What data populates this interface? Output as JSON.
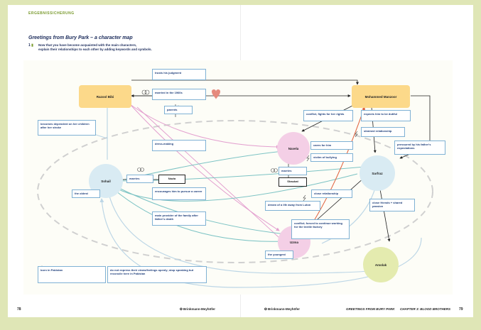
{
  "header": {
    "section_label": "ERGEBNISSICHERUNG",
    "title": "Greetings from Bury Park – a character map",
    "task_number": "1",
    "task_marker": "▮",
    "task_line1": "Now that you have become acquainted with the main characters,",
    "task_line2": "explain their relationships to each other by adding keywords and symbols."
  },
  "nodes": {
    "razool": "Razool Bibi",
    "manzoor": "Mohammed Manzoor",
    "sohail": "Sohail",
    "navela": "Navela",
    "sarfraz": "Sarfraz",
    "uzma": "Uzma",
    "amolak": "Amolak"
  },
  "labels": {
    "trusts": "trusts his judgment",
    "married": "married in the 1960s",
    "parents": "parents",
    "dependent": "becomes dependent on her children after her stroke",
    "dressmaking": "dress-making",
    "marries_sohail": "marries",
    "nazia": "Nazia",
    "oldest": "the oldest",
    "encourages": "encourages him to pursue a career",
    "provider": "main provider of the family after father's death",
    "conflict_rights": "conflict, fights for her rights",
    "expects": "expects him to be dutiful",
    "strained": "strained relationship",
    "pressured": "pressured by his father's expectations",
    "cares": "cares for him",
    "victim": "victim of bullying",
    "marries_navela": "marries",
    "shaukat": "Shaukat",
    "close_rel": "close relationship",
    "dream": "dream of a life away from Luton",
    "conflict_forced": "conflict; forced to continue working for the textile factory",
    "youngest": "the youngest",
    "close_friends": "close friends + shared passion",
    "born": "born in Pakistan",
    "no_express": "do not express their views/feelings openly; stop speaking but reconcile here in Pakistan"
  },
  "symbols": {
    "rings": "rings-icon",
    "heart": "heart-icon",
    "bolt": "lightning-icon",
    "star": "star-icon"
  },
  "colors": {
    "background_frame": "#dfe6b6",
    "parent_node": "#fcd98a",
    "sohail_sarfraz_node": "#d9ebf3",
    "navela_uzma_node": "#f4cfe6",
    "amolak_node": "#e4ebaf",
    "box_border": "#7fb1d4",
    "heart": "#e58a7d"
  },
  "footer": {
    "page_left": "78",
    "publisher_left": "✪ Brinkmann-Meyhöfer",
    "publisher_right": "✪ Brinkmann-Meyhöfer",
    "book_title": "GREETINGS FROM BURY PARK",
    "chapter": "CHAPTER 3: BLOOD BROTHERS",
    "page_right": "79"
  }
}
